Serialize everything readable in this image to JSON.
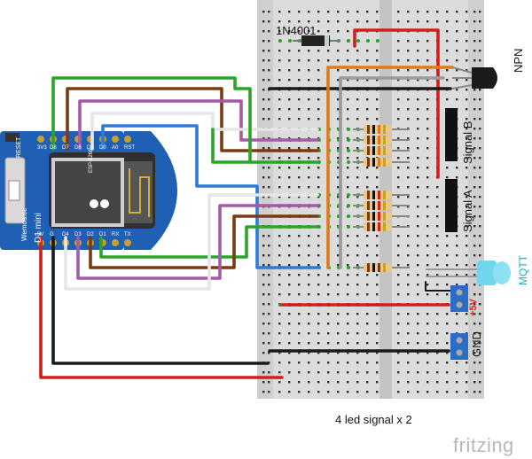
{
  "labels": {
    "diode": "1N4001",
    "transistor": "NPN",
    "signal_b": "Signal B",
    "signal_a": "Signal A",
    "mqtt": "MQTT",
    "plus5v": "+5V",
    "gnd": "GND",
    "caption": "4 led signal x 2",
    "fritzing": "fritzing",
    "board": "D1 mini",
    "brand": "Wemos.cc",
    "reset": "RESET",
    "module": "ESP-8266"
  },
  "pins": {
    "top": [
      "3V3",
      "D8",
      "D7",
      "D6",
      "D5",
      "D0",
      "A0",
      "RST"
    ],
    "bottom": [
      "5V",
      "G",
      "D4",
      "D3",
      "D2",
      "D1",
      "RX",
      "TX"
    ]
  },
  "colors": {
    "green": "#2aa52a",
    "brown": "#7a3b12",
    "purple": "#a35aa8",
    "white": "#e6e6e6",
    "blue": "#2e7bd6",
    "black": "#1a1a1a",
    "red": "#d0201c",
    "orange": "#e07a16",
    "gray": "#9a9a9a",
    "board": "#1f5fb4",
    "led": "#6fd6ee",
    "terminal": "#2b6cc7"
  }
}
